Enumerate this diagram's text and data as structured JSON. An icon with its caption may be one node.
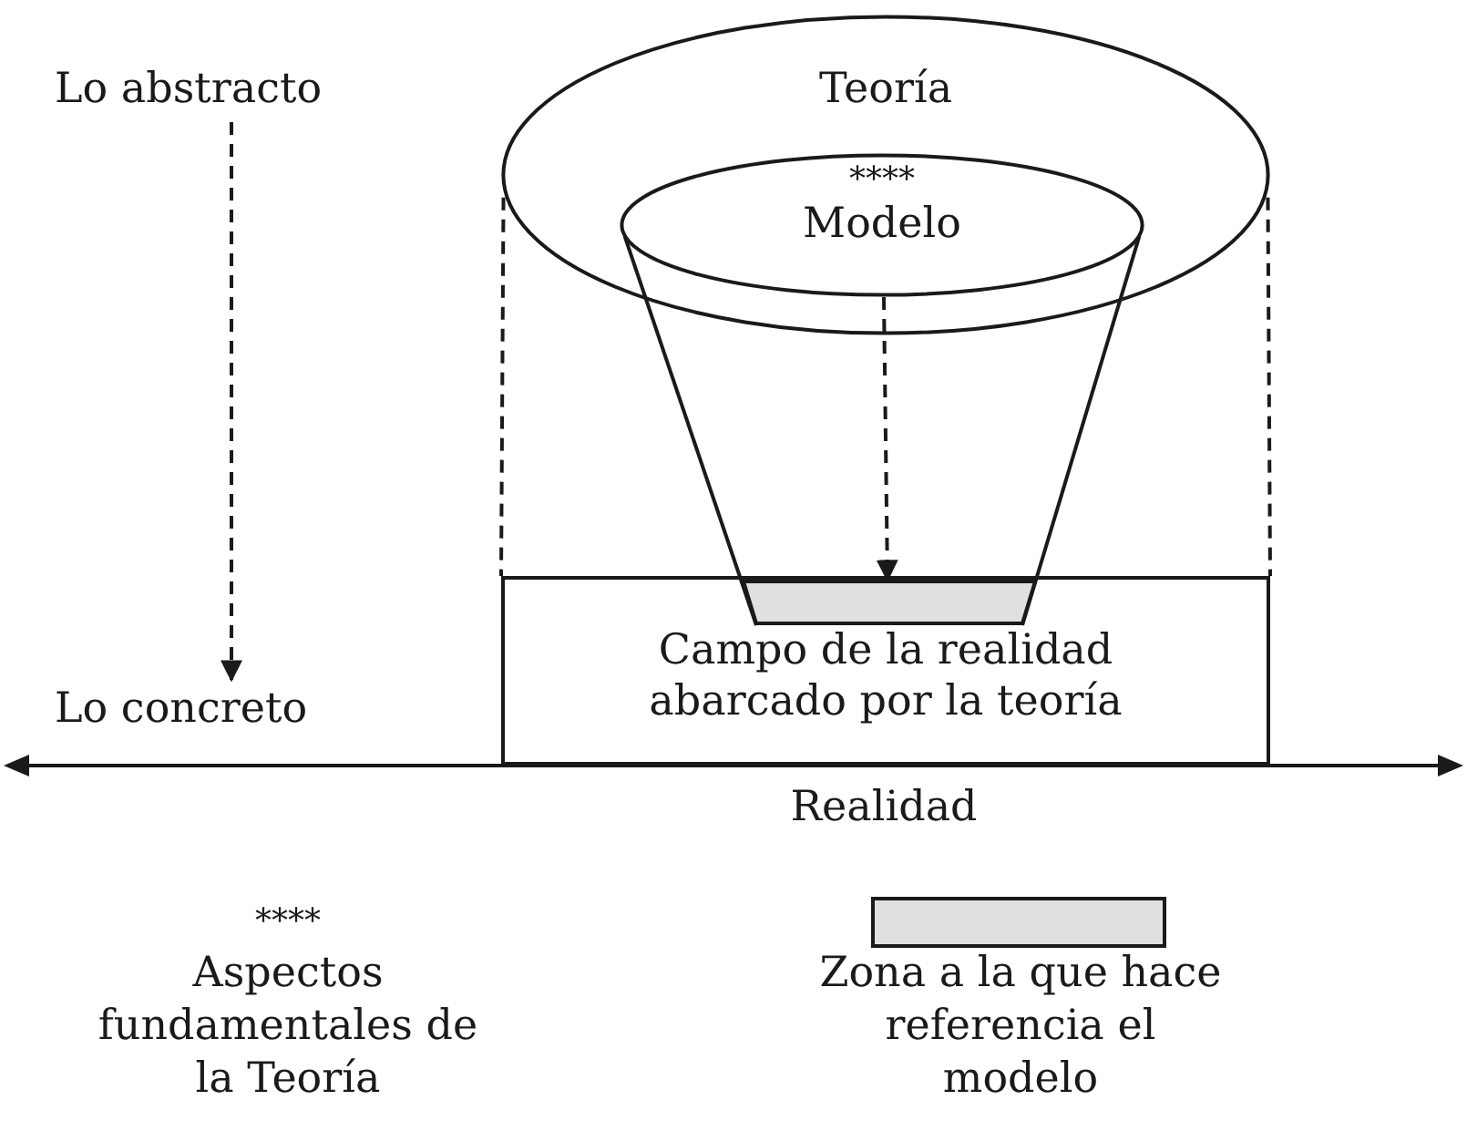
{
  "diagram": {
    "nodes": [
      {
        "text": [
          "Teoría"
        ]
      },
      {
        "text": [
          "****",
          "Modelo"
        ],
        "in": 0
      },
      {
        "text": [
          "Campo de la realidad abarcado por la teoría"
        ]
      },
      {
        "text": [],
        "shape": "bar",
        "in": 2
      },
      {
        "text": [
          "Lo abstracto"
        ]
      },
      {
        "text": [
          "Lo concreto"
        ]
      }
    ],
    "edges": [
      {
        "from": 4,
        "to": 5,
        "arrow": "to",
        "style": "dashed"
      },
      {
        "from": 1,
        "to": 3,
        "arrow": "to",
        "style": "dashed"
      },
      {
        "from": 0,
        "to": 2,
        "arrow": "none",
        "style": "dashed"
      },
      {
        "from": 0,
        "to": 2,
        "arrow": "none",
        "style": "dashed"
      },
      {
        "from": 1,
        "to": 3,
        "arrow": "none"
      },
      {
        "from": 1,
        "to": 3,
        "arrow": "none"
      }
    ],
    "labels": [
      "Realidad",
      "****"
    ],
    "legend": [
      {
        "text": "Aspectos fundamentales de la Teoría"
      },
      {
        "text": "Zona a la que hace referencia el modelo",
        "color": "#e0e0e0"
      }
    ]
  }
}
